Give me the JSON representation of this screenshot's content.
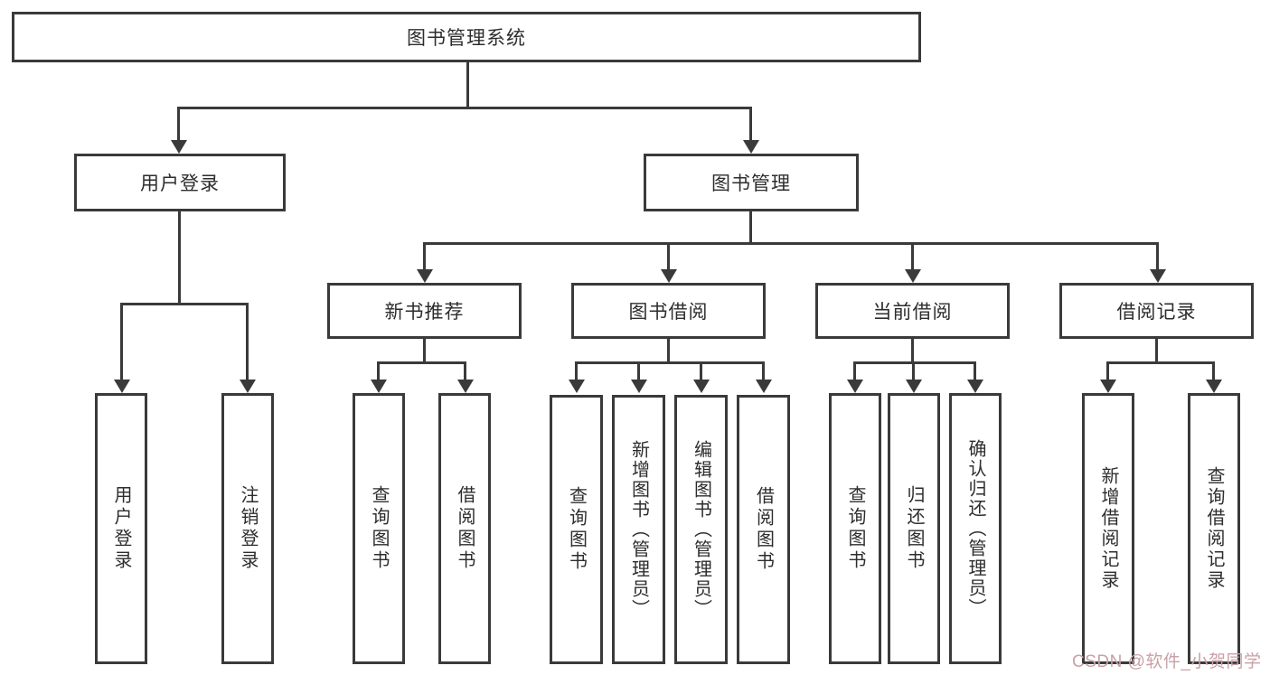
{
  "diagram": {
    "title": "图书管理系统",
    "root": {
      "label": "图书管理系统"
    },
    "branches": [
      {
        "label": "用户登录",
        "children": [
          {
            "label": "用户登录"
          },
          {
            "label": "注销登录"
          }
        ]
      },
      {
        "label": "图书管理",
        "children": [
          {
            "label": "新书推荐",
            "children": [
              {
                "label": "查询图书"
              },
              {
                "label": "借阅图书"
              }
            ]
          },
          {
            "label": "图书借阅",
            "children": [
              {
                "label": "查询图书"
              },
              {
                "label": "新增图书（管理员）"
              },
              {
                "label": "编辑图书（管理员）"
              },
              {
                "label": "借阅图书"
              }
            ]
          },
          {
            "label": "当前借阅",
            "children": [
              {
                "label": "查询图书"
              },
              {
                "label": "归还图书"
              },
              {
                "label": "确认归还（管理员）"
              }
            ]
          },
          {
            "label": "借阅记录",
            "children": [
              {
                "label": "新增借阅记录"
              },
              {
                "label": "查询借阅记录"
              }
            ]
          }
        ]
      }
    ]
  },
  "watermark": {
    "text": "CSDN @软件_小贺同学"
  },
  "colors": {
    "line": "#3a3a3a",
    "background": "#ffffff",
    "watermark_text": "#c9a0a6"
  }
}
